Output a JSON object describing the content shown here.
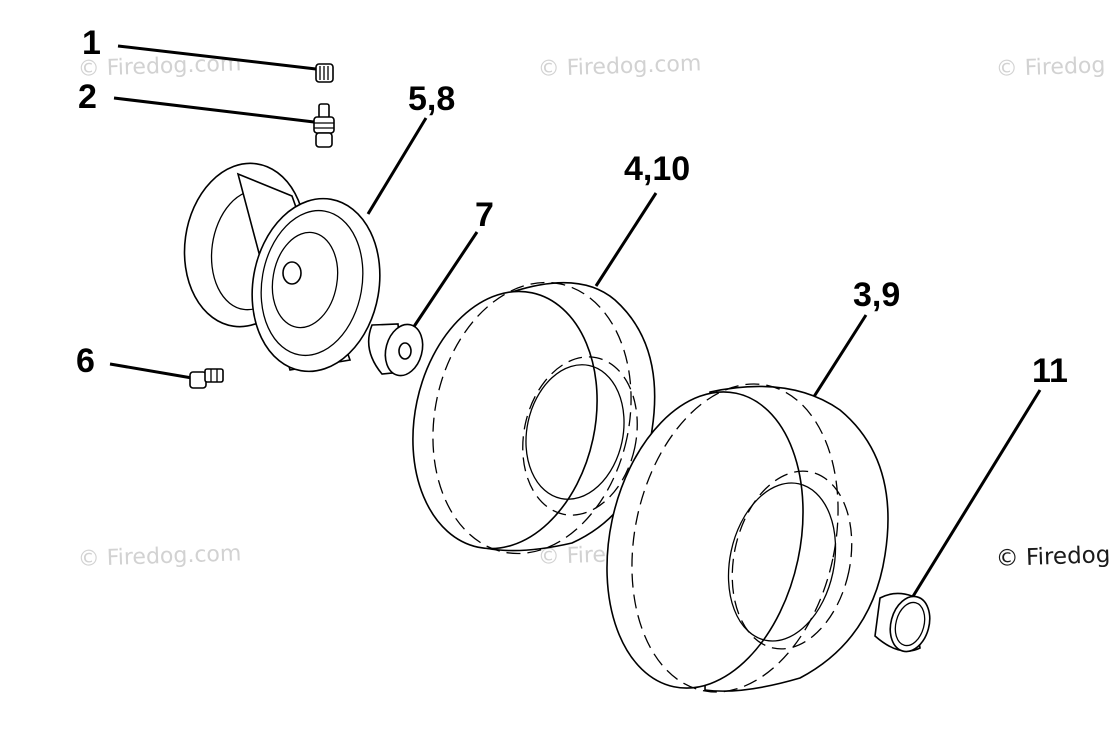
{
  "watermarks": [
    "© Firedog.com",
    "© Firedog.com",
    "© Firedog",
    "© Firedog.com",
    "© Firedog.com",
    "© Firedog"
  ],
  "callouts": {
    "valve_cap": "1",
    "valve_stem": "2",
    "tire_rear": "3,9",
    "tire_front": "4,10",
    "rim": "5,8",
    "grease_fitting": "6",
    "bushing": "7",
    "hub_cap": "11"
  }
}
